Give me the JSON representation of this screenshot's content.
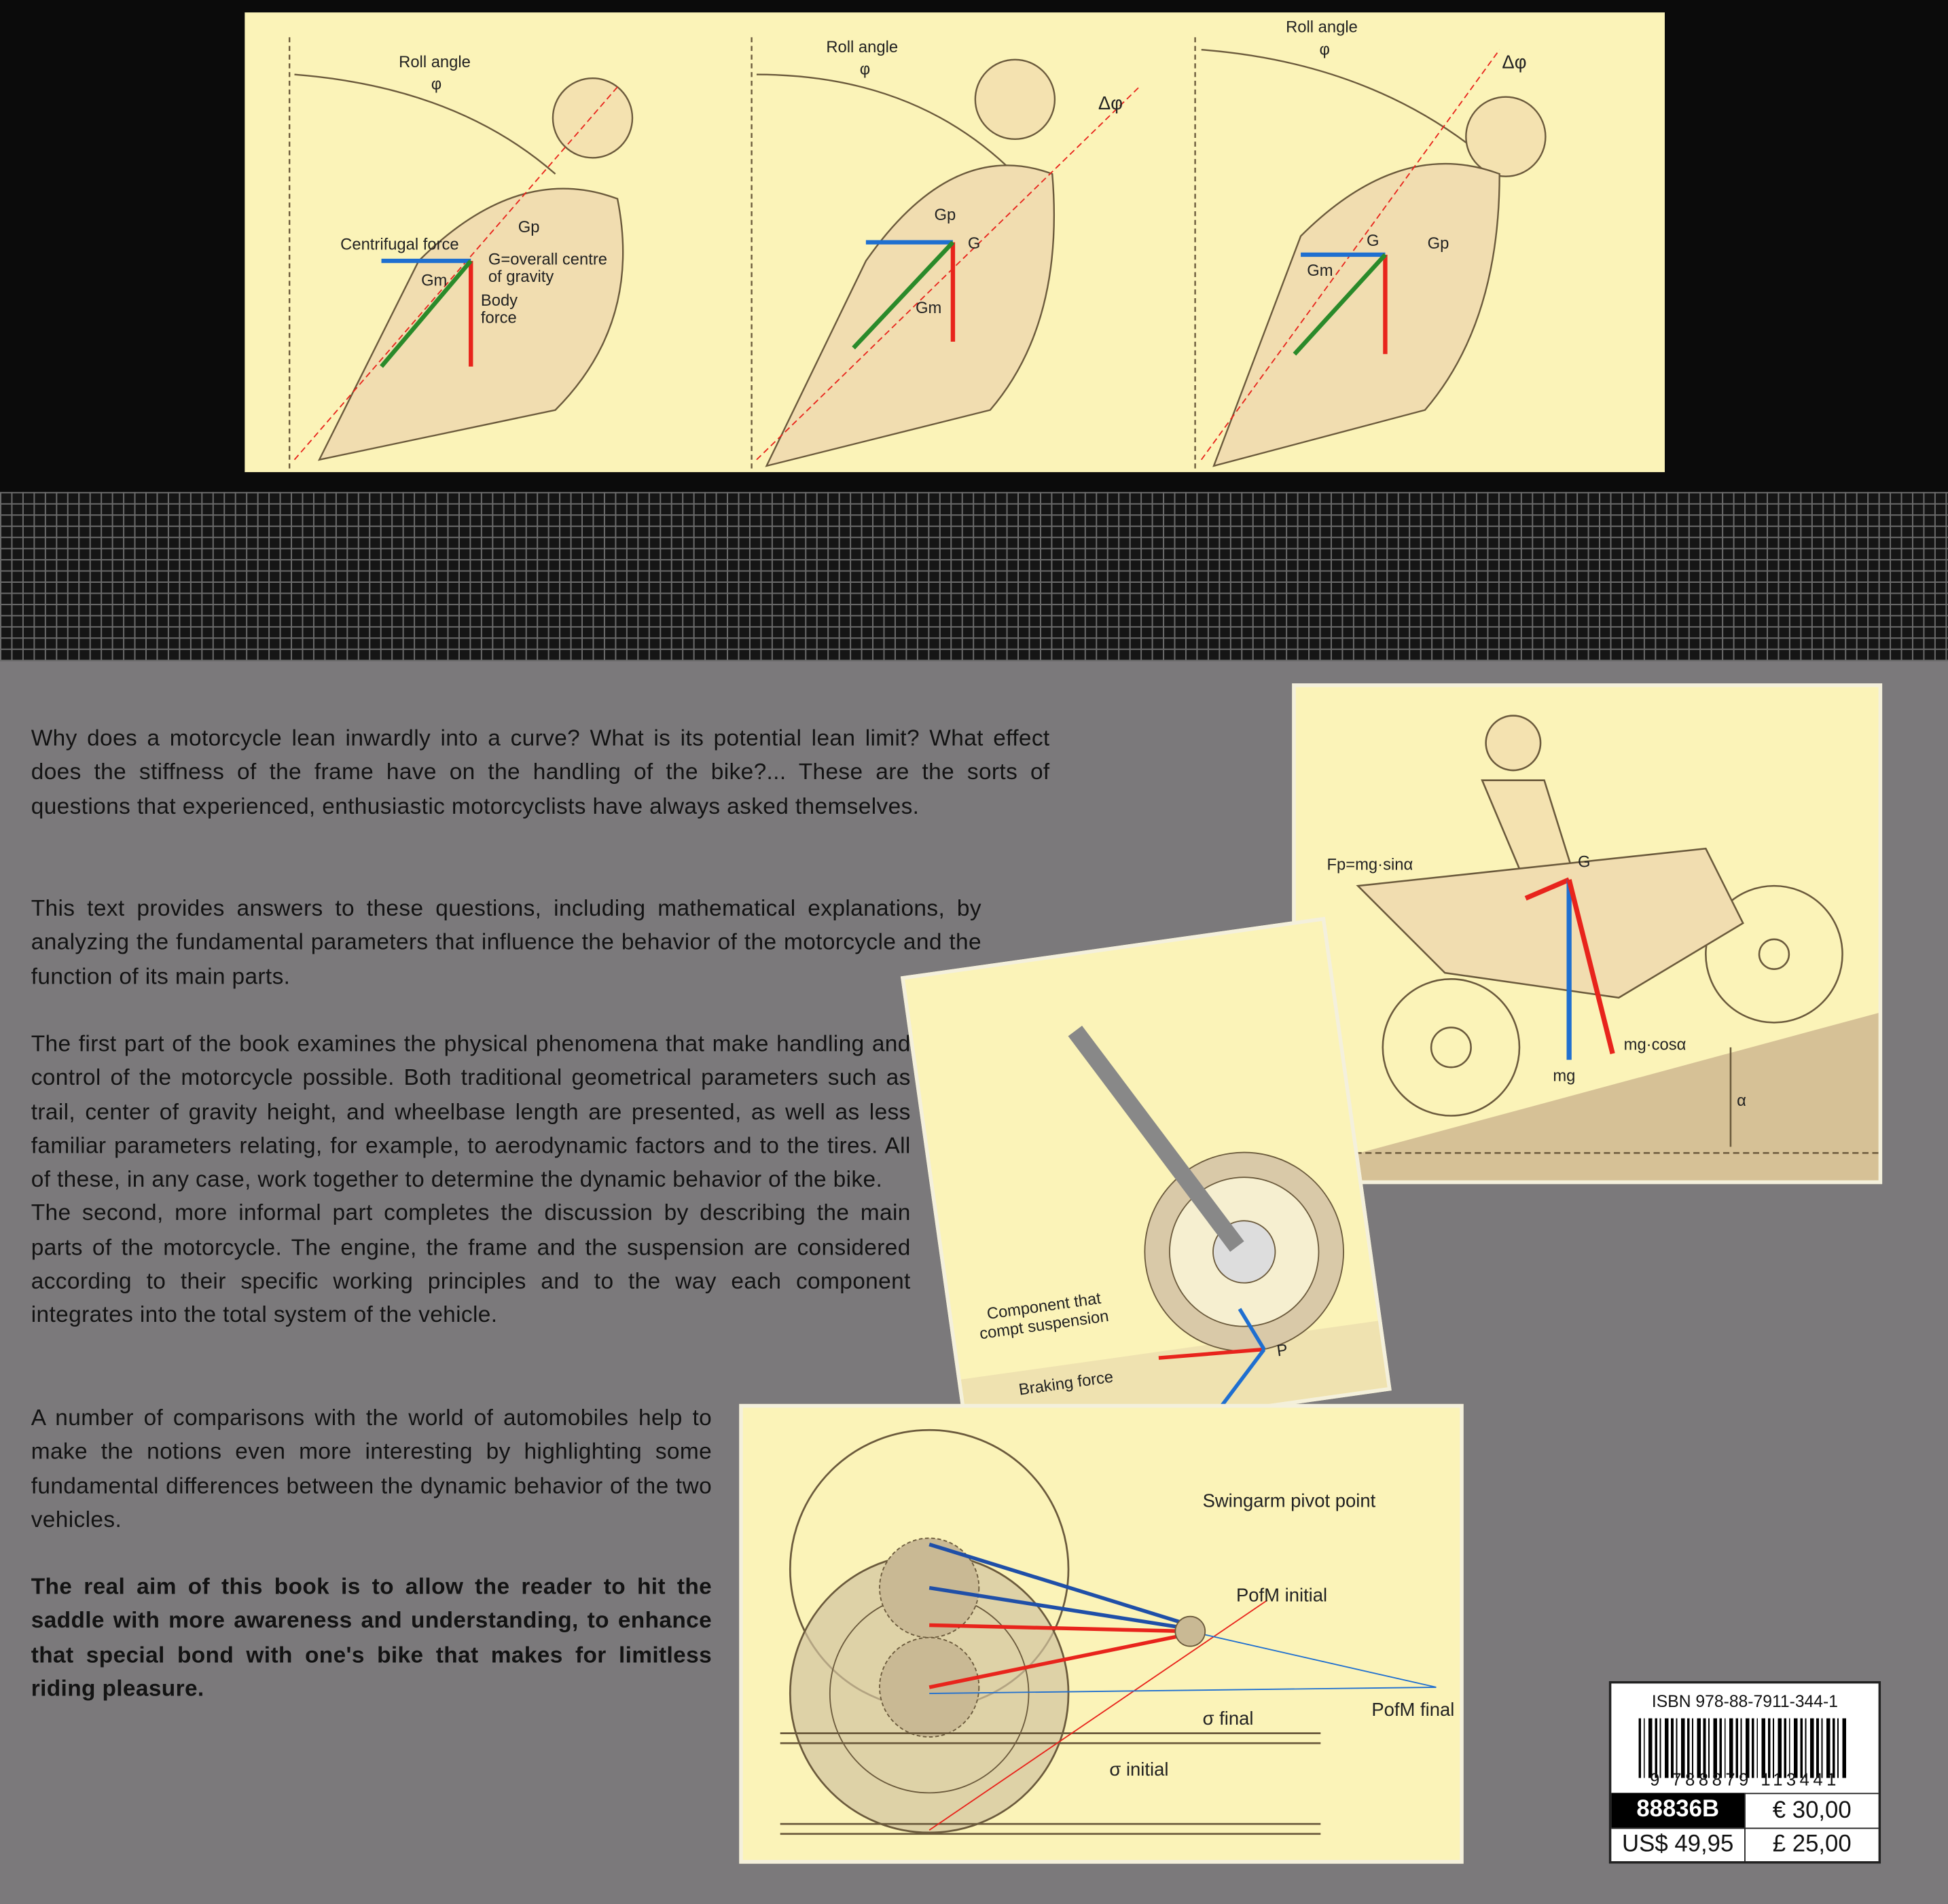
{
  "top_figures": [
    {
      "roll_angle": "Roll angle",
      "phi": "φ",
      "labels": [
        "Centrifugal force",
        "G=overall centre of gravity",
        "Body force",
        "Gp",
        "Gm"
      ]
    },
    {
      "roll_angle": "Roll angle",
      "phi": "φ",
      "delta": "Δφ",
      "labels": [
        "Gp",
        "G",
        "Gm"
      ]
    },
    {
      "roll_angle": "Roll angle",
      "phi": "φ",
      "delta": "Δφ",
      "labels": [
        "G",
        "Gp",
        "Gm"
      ]
    }
  ],
  "fig_slope": {
    "fp": "Fp=mg·sinα",
    "g": "G",
    "mg": "mg",
    "mgcos": "mg·cosα",
    "alpha": "α"
  },
  "fig_fork": {
    "component": "Component that",
    "compt": "compt suspension",
    "braking": "Braking force",
    "p": "P"
  },
  "fig_swingarm": {
    "pivot": "Swingarm pivot point",
    "pofm_initial": "PofM initial",
    "pofm_final": "PofM final",
    "sigma_final": "σ final",
    "sigma_initial": "σ initial"
  },
  "body": {
    "p1": "Why does a motorcycle lean inwardly into a curve? What is its potential lean limit? What effect does the stiffness of the frame have on the handling of the bike?... These are the sorts of questions that experienced, enthusiastic motorcyclists have always asked themselves.",
    "p2": "This text provides answers to these questions, including mathematical explanations, by analyzing the fundamental parameters that influence the behavior of the motorcycle and the function of its main parts.",
    "p3": "The first part of the book examines the physical phenomena that make handling and control of the motorcycle possible. Both traditional geometrical parameters such as trail, center of gravity height, and wheelbase length are presented, as well as less familiar parameters relating, for example, to aerodynamic factors and to the tires. All of these, in any case, work together to determine the dynamic behavior of the bike.",
    "p4": "The second, more informal part completes the discussion by describing the main parts of the motorcycle. The engine, the frame and the suspension are considered according to their specific working principles and to the way each component integrates into the total system of the vehicle.",
    "p5": "A number of comparisons with the world of automobiles help to make the notions even more interesting by highlighting some fundamental differences between the dynamic behavior of the two vehicles.",
    "p6": "The real aim of this book is to allow the reader to hit the saddle with more awareness and understanding, to enhance that special bond with one's bike that makes for limitless riding pleasure."
  },
  "price_box": {
    "isbn": "ISBN 978-88-7911-344-1",
    "barcode_digits": "9 788879 113441",
    "code": "88836B",
    "eur": "€ 30,00",
    "usd": "US$ 49,95",
    "gbp": "£ 25,00"
  },
  "colors": {
    "panel": "#fbf3b8",
    "background": "#7b797b",
    "force_red": "#e8241c",
    "force_blue": "#1f6fd0",
    "force_green": "#2a8a2a"
  }
}
